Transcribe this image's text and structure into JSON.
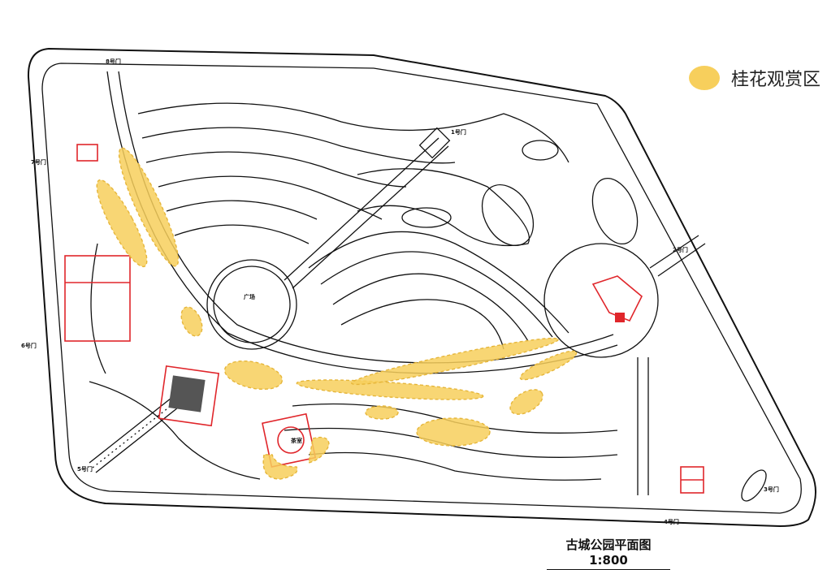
{
  "legend": {
    "label": "桂花观赏区",
    "color": "#f7cf5c"
  },
  "title": "古城公园平面图 1:800",
  "gates": {
    "g1": "1号门",
    "g2": "2号门",
    "g3": "3号门",
    "g4": "4号门",
    "g5": "5号门",
    "g6": "6号门",
    "g7": "7号门",
    "g8": "8号门"
  },
  "places": {
    "plaza": "广场",
    "teahouse": "茶室"
  },
  "colors": {
    "boundary": "#111111",
    "building": "#e0262b",
    "osmanthus": "#f7cf5c"
  }
}
